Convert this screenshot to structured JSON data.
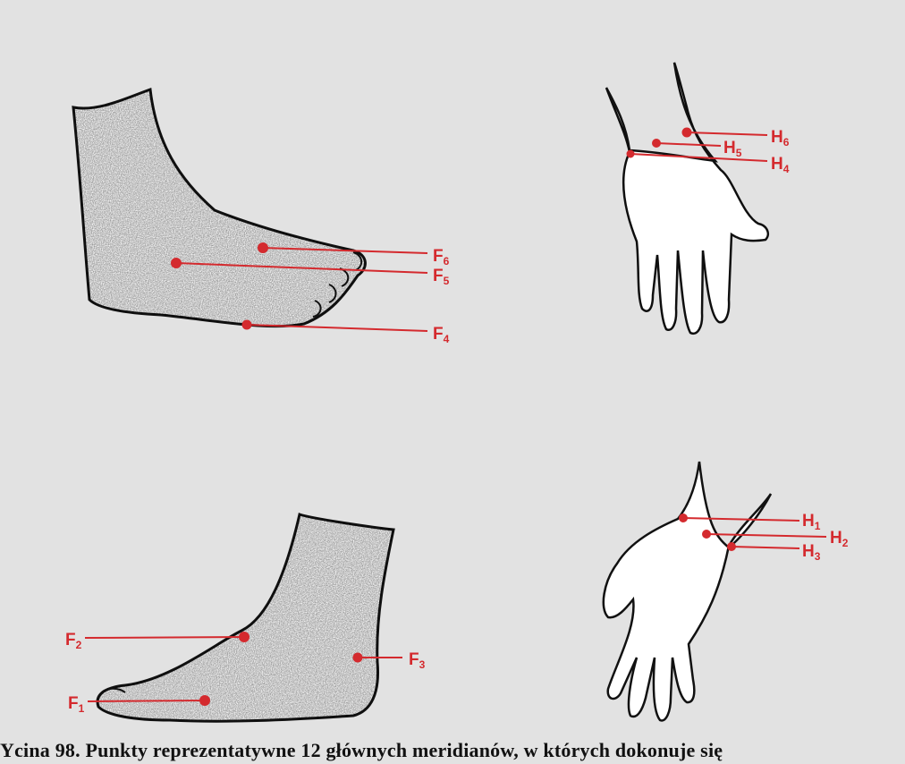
{
  "colors": {
    "background": "#e2e2e2",
    "marker": "#d42a2e",
    "ink": "#111111"
  },
  "labels": {
    "F1": {
      "letter": "F",
      "sub": "1"
    },
    "F2": {
      "letter": "F",
      "sub": "2"
    },
    "F3": {
      "letter": "F",
      "sub": "3"
    },
    "F4": {
      "letter": "F",
      "sub": "4"
    },
    "F5": {
      "letter": "F",
      "sub": "5"
    },
    "F6": {
      "letter": "F",
      "sub": "6"
    },
    "H1": {
      "letter": "H",
      "sub": "1"
    },
    "H2": {
      "letter": "H",
      "sub": "2"
    },
    "H3": {
      "letter": "H",
      "sub": "3"
    },
    "H4": {
      "letter": "H",
      "sub": "4"
    },
    "H5": {
      "letter": "H",
      "sub": "5"
    },
    "H6": {
      "letter": "H",
      "sub": "6"
    }
  },
  "caption": "Ycina 98. Punkty reprezentatywne 12 głównych meridianów, w których dokonuje się"
}
